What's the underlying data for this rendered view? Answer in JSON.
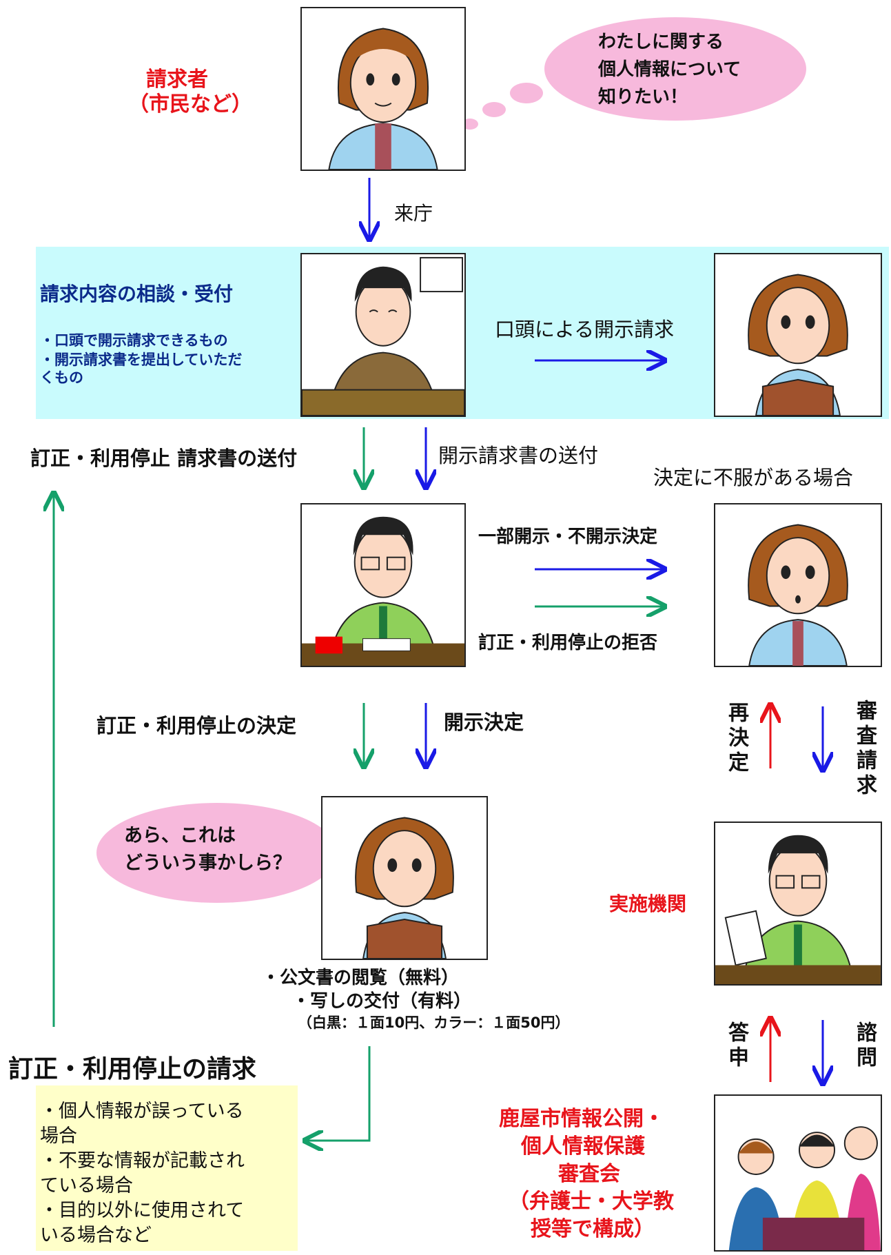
{
  "requester": {
    "line1": "請求者",
    "line2": "（市民など）"
  },
  "thought_bubble": {
    "line1": "わたしに関する",
    "line2": "個人情報について",
    "line3": "知りたい！"
  },
  "visit_label": "来庁",
  "consult": {
    "title": "請求内容の相談・受付",
    "item1": "・口頭で開示請求できるもの",
    "item2": "・開示請求書を提出していただ",
    "item2b": "くもの"
  },
  "oral_request": "口頭による開示請求",
  "send_correction_form": "訂正・利用停止 請求書の送付",
  "send_disclosure_form": "開示請求書の送付",
  "if_objection": "決定に不服がある場合",
  "partial_disclosure": "一部開示・不開示決定",
  "correction_refusal": "訂正・利用停止の拒否",
  "correction_decision": "訂正・利用停止の決定",
  "disclosure_decision": "開示決定",
  "redecision": "再決定",
  "review_request": "審査請求",
  "speech_bubble": {
    "line1": "あら、これは",
    "line2": "どういう事かしら？"
  },
  "implementing_agency": "実施機関",
  "viewing": {
    "line1": "・公文書の閲覧（無料）",
    "line2": "・写しの交付（有料）",
    "line3": "（白黒：１面10円、カラー：１面50円）"
  },
  "report": "答申",
  "inquiry": "諮問",
  "correction_request": {
    "title": "訂正・利用停止の請求",
    "l1": "・個人情報が誤っている",
    "l2": "場合",
    "l3": "・不要な情報が記載され",
    "l4": "ている場合",
    "l5": "・目的以外に使用されて",
    "l6": "いる場合など"
  },
  "council": {
    "l1": "鹿屋市情報公開・",
    "l2": "個人情報保護",
    "l3": "審査会",
    "l4": "（弁護士・大学教",
    "l5": "授等で構成）"
  },
  "colors": {
    "blue_arrow": "#1a1ae6",
    "green_arrow": "#15a06a",
    "red_arrow": "#e8141b",
    "red_text": "#e8141b",
    "band": "#c9fbfd",
    "note": "#ffffc9",
    "bubble": "#f7b9dc"
  }
}
